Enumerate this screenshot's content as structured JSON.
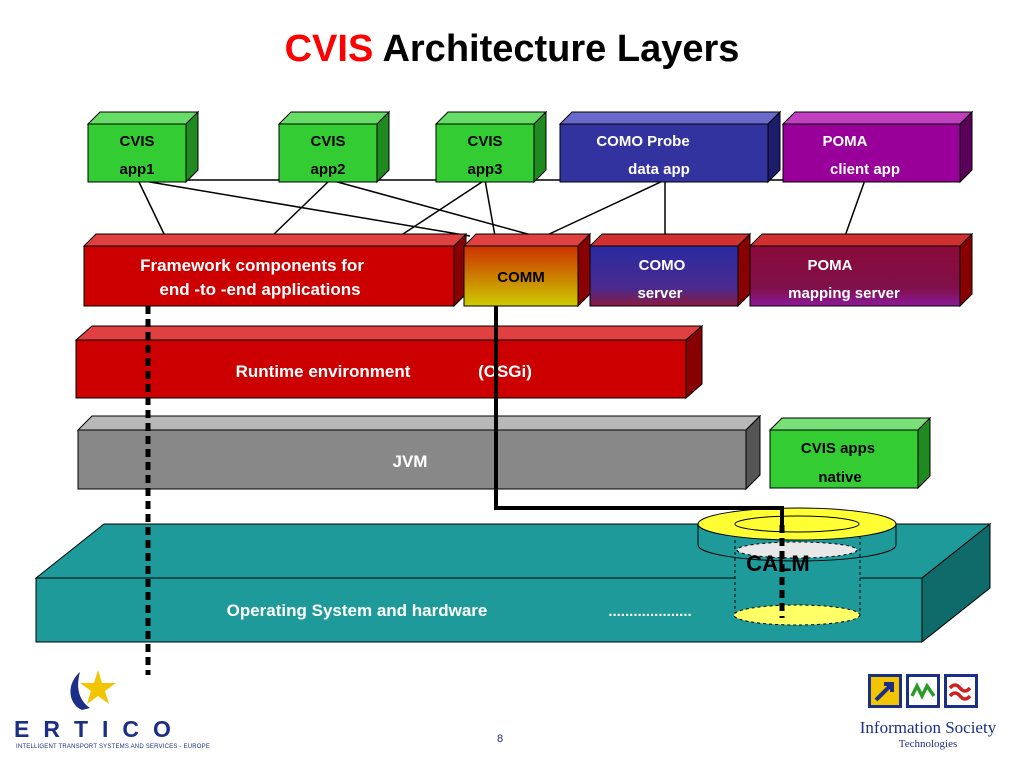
{
  "title": {
    "accent": "CVIS",
    "rest": "Architecture Layers"
  },
  "apps": {
    "app1": {
      "line1": "CVIS",
      "line2": "app1"
    },
    "app2": {
      "line1": "CVIS",
      "line2": "app2"
    },
    "app3": {
      "line1": "CVIS",
      "line2": "app3"
    },
    "como_probe": {
      "line1": "COMO Probe",
      "line2": "data app"
    },
    "poma_client": {
      "line1": "POMA",
      "line2": "client app"
    }
  },
  "services": {
    "framework": {
      "line1": "Framework components for",
      "line2": "end -to -end applications"
    },
    "comm": "COMM",
    "como_server": {
      "line1": "COMO",
      "line2": "server"
    },
    "poma_server": {
      "line1": "POMA",
      "line2": "mapping server"
    }
  },
  "layers": {
    "runtime": {
      "label": "Runtime environment",
      "extra": "(OSGi)"
    },
    "jvm": "JVM",
    "native": {
      "line1": "CVIS apps",
      "line2": "native"
    },
    "os": {
      "label": "Operating System and hardware",
      "dots": "...................."
    },
    "calm": "CALM"
  },
  "colors": {
    "green": "#33cc33",
    "green_dark": "#1f8a1f",
    "blue": "#3333a0",
    "purple": "#990099",
    "red": "#cc0000",
    "red_dark": "#880000",
    "gray": "#888888",
    "teal": "#1f9a9a",
    "yellow": "#ffff33"
  },
  "footer": {
    "logo_left": "ERTICO",
    "logo_left_tagline": "INTELLIGENT TRANSPORT SYSTEMS AND SERVICES - EUROPE",
    "logo_right_title": "Information Society",
    "logo_right_sub": "Technologies",
    "page_number": "8"
  }
}
